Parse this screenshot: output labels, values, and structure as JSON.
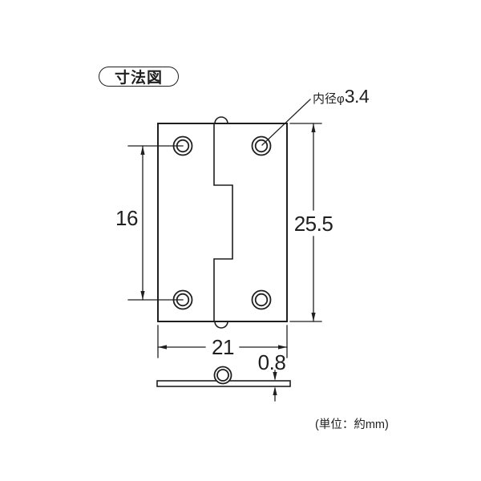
{
  "badge": {
    "label": "寸法図"
  },
  "callout": {
    "prefix": "内径φ",
    "value": "3.4"
  },
  "dimensions": {
    "hole_pitch": "16",
    "height": "25.5",
    "width": "21",
    "thickness": "0.8"
  },
  "note": {
    "unit": "(単位：約mm)"
  },
  "colors": {
    "line": "#1f1f1f",
    "background": "#ffffff"
  }
}
